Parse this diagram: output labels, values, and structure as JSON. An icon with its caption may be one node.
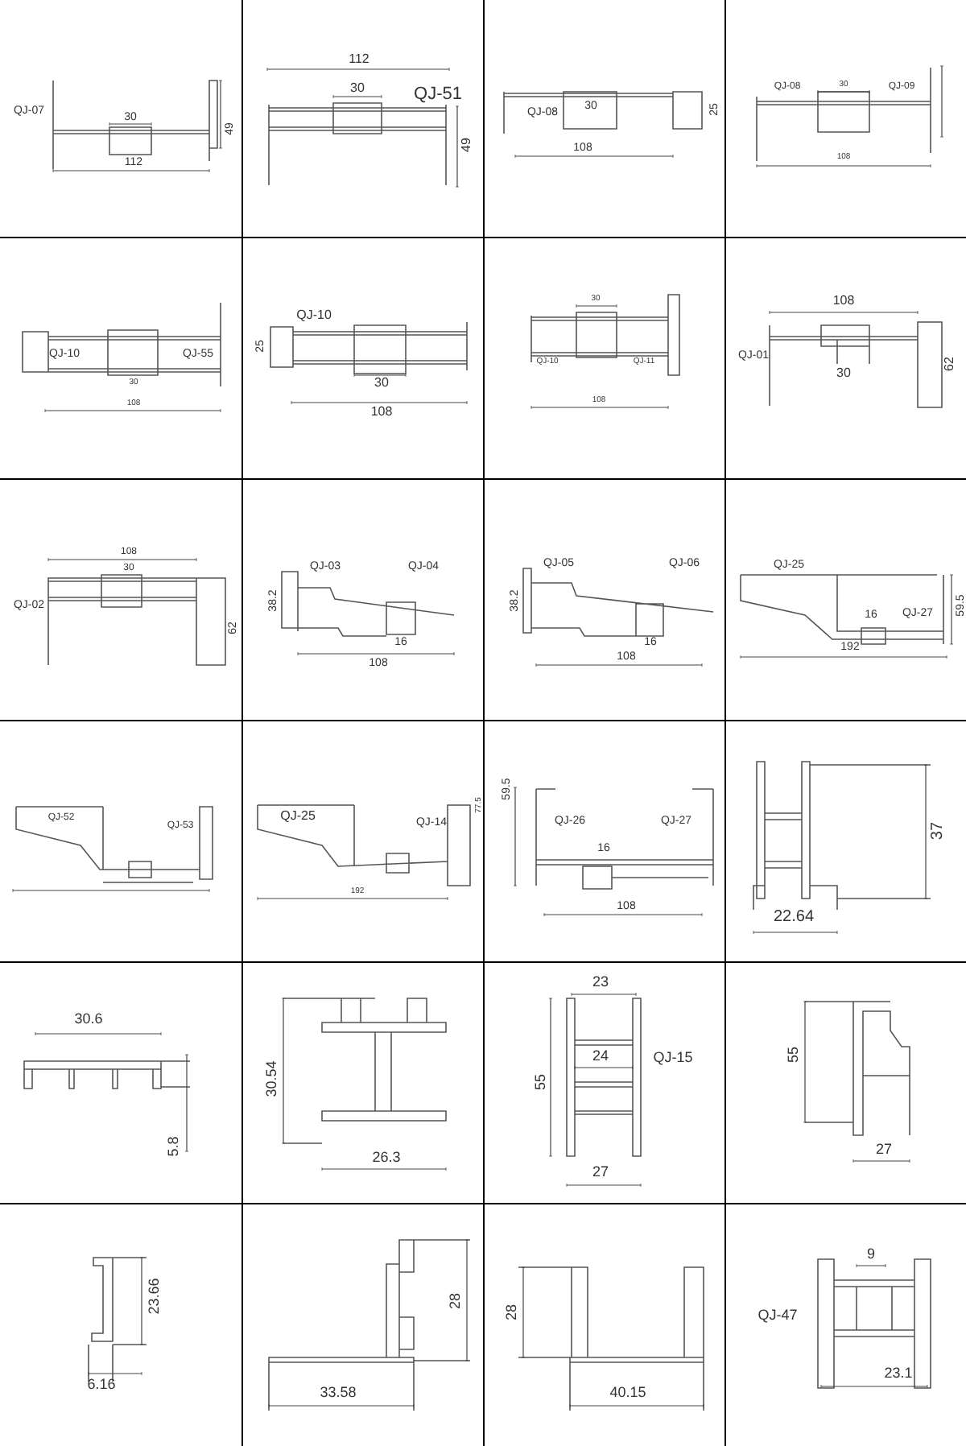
{
  "diagram": {
    "nodes": [
      {
        "text": [
          "QJ-07",
          "30",
          "49",
          "112"
        ]
      },
      {
        "text": [
          "112",
          "30",
          "QJ-51",
          "49"
        ]
      },
      {
        "text": [
          "30",
          "QJ-08",
          "25",
          "108"
        ]
      },
      {
        "text": [
          "QJ-08",
          "30",
          "QJ-09",
          "108"
        ]
      },
      {
        "text": [
          "QJ-10",
          "QJ-55",
          "30",
          "108"
        ]
      },
      {
        "text": [
          "QJ-10",
          "25",
          "30",
          "108"
        ]
      },
      {
        "text": [
          "30",
          "QJ-10",
          "QJ-11",
          "108"
        ]
      },
      {
        "text": [
          "108",
          "QJ-01",
          "30",
          "62"
        ]
      },
      {
        "text": [
          "108",
          "30",
          "QJ-02",
          "62"
        ]
      },
      {
        "text": [
          "QJ-03",
          "QJ-04",
          "38.2",
          "16",
          "108"
        ]
      },
      {
        "text": [
          "QJ-05",
          "QJ-06",
          "38.2",
          "16",
          "108"
        ]
      },
      {
        "text": [
          "QJ-25",
          "16",
          "QJ-27",
          "59.5",
          "192"
        ]
      },
      {
        "text": [
          "QJ-52",
          "QJ-53"
        ]
      },
      {
        "text": [
          "QJ-25",
          "QJ-14",
          "77.5",
          "192"
        ]
      },
      {
        "text": [
          "59.5",
          "QJ-26",
          "QJ-27",
          "16",
          "108"
        ]
      },
      {
        "text": [
          "37",
          "22.64"
        ]
      },
      {
        "text": [
          "30.6",
          "5.8"
        ]
      },
      {
        "text": [
          "30.54",
          "26.3"
        ]
      },
      {
        "text": [
          "23",
          "24",
          "QJ-15",
          "55",
          "27"
        ]
      },
      {
        "text": [
          "55",
          "27"
        ]
      },
      {
        "text": [
          "23.66",
          "6.16"
        ]
      },
      {
        "text": [
          "28",
          "33.58"
        ]
      },
      {
        "text": [
          "28",
          "40.15"
        ]
      },
      {
        "text": [
          "9",
          "QJ-47",
          "23.1"
        ]
      }
    ]
  }
}
